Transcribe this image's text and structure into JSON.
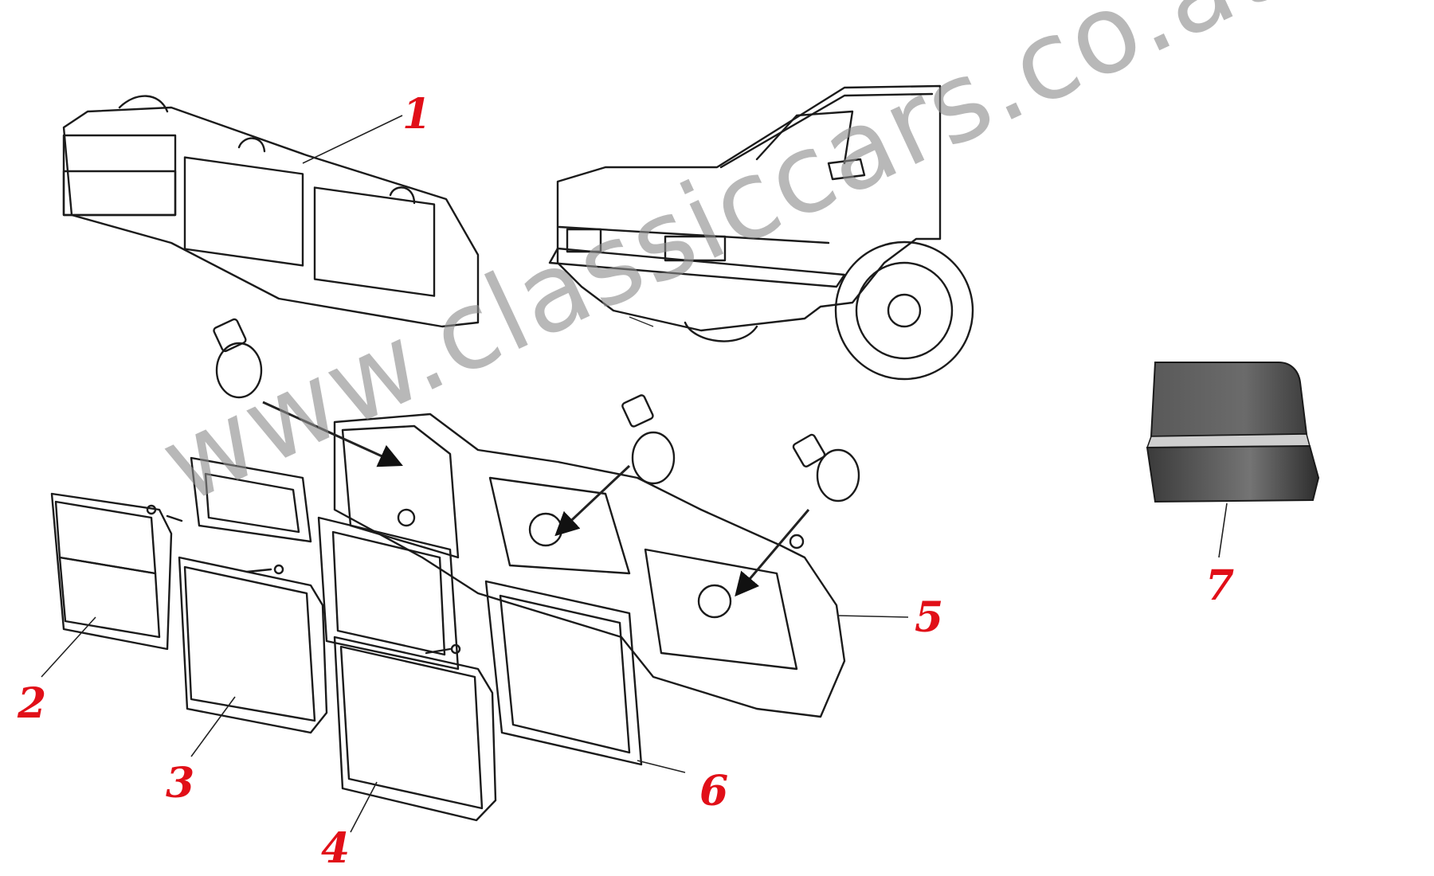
{
  "watermark": "www.classiccars.co.at",
  "callouts": {
    "c1": "1",
    "c2": "2",
    "c3": "3",
    "c4": "4",
    "c5": "5",
    "c6": "6",
    "c7": "7"
  },
  "colors": {
    "callout": "#e10f18",
    "ink": "#1b1b1b",
    "watermark": "#8d8d8d",
    "lens_dark": "#4a4a4a"
  }
}
